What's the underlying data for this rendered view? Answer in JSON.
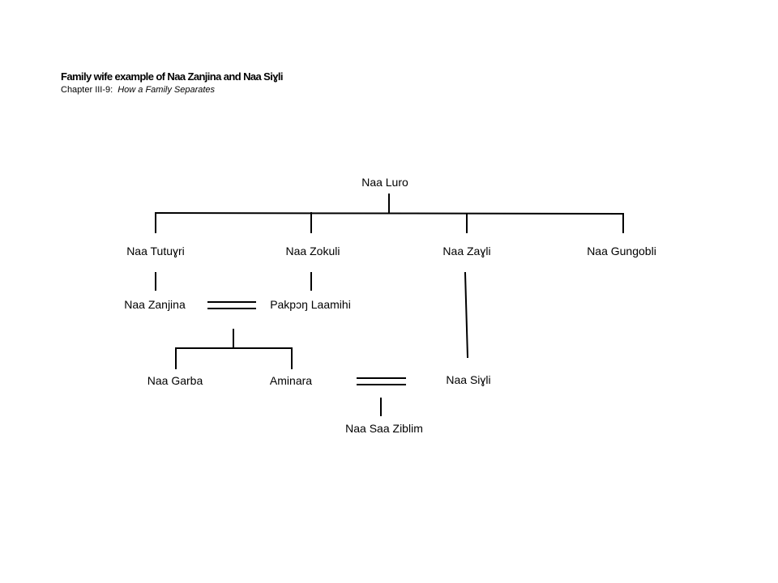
{
  "header": {
    "title": "Family wife example of Naa Zanjina and Naa Siɣli",
    "chapter": "Chapter  III-9:",
    "chapter_title": "How a Family Separates"
  },
  "tree": {
    "root": "Naa Luro",
    "gen2": [
      "Naa Tutuɣri",
      "Naa Zokuli",
      "Naa Zaɣli",
      "Naa Gungobli"
    ],
    "gen3_husband": "Naa Zanjina",
    "gen3_wife": "Pakpɔŋ Laamihi",
    "gen4": [
      "Naa Garba",
      "Aminara"
    ],
    "siyli": "Naa Siɣli",
    "gen5": "Naa Saa Ziblim"
  }
}
